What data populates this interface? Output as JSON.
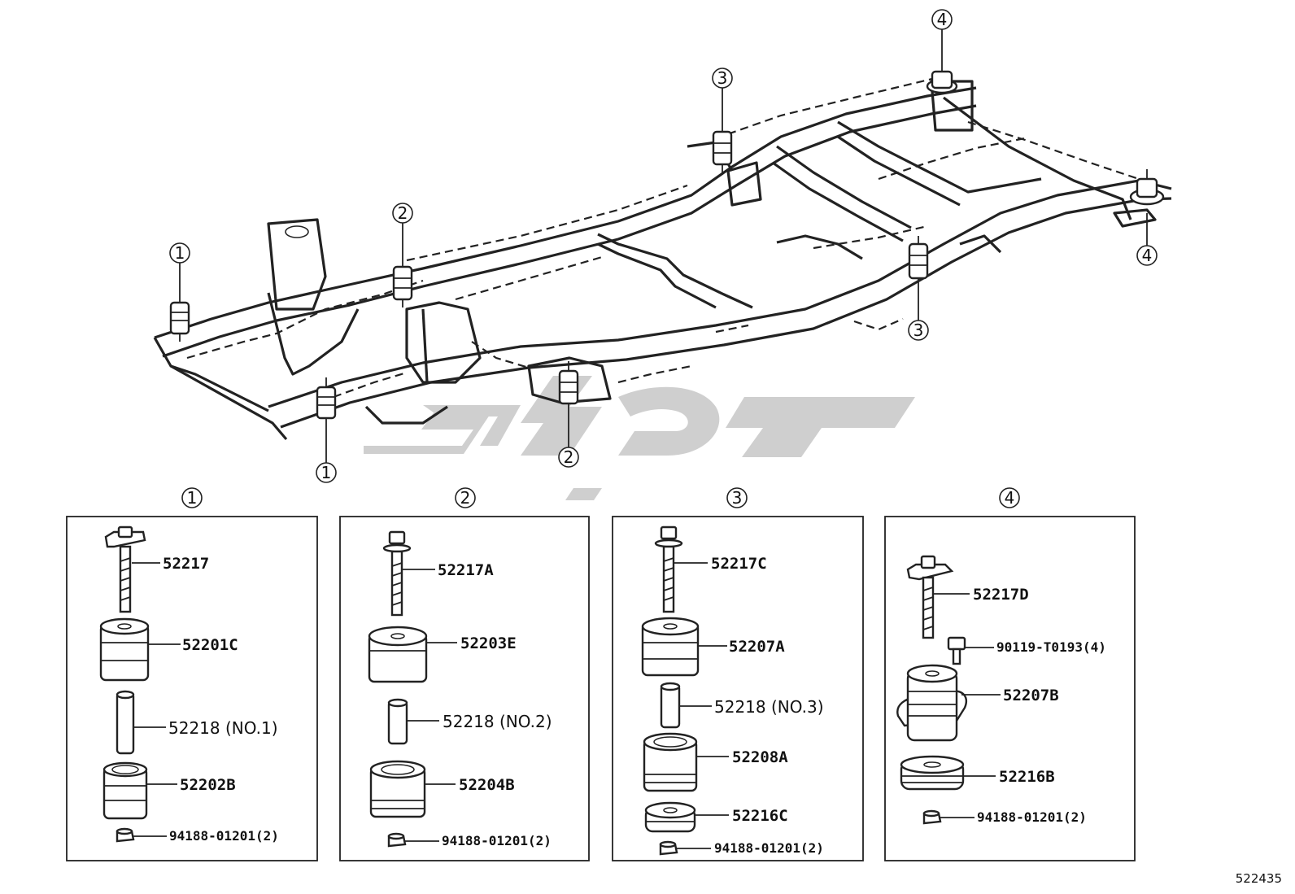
{
  "callouts": {
    "c1": "1",
    "c2": "2",
    "c3": "3",
    "c4": "4"
  },
  "panels": [
    {
      "number": "1",
      "parts": [
        "52217",
        "52201C",
        "52218 (NO.1)",
        "52202B",
        "94188-01201(2)"
      ]
    },
    {
      "number": "2",
      "parts": [
        "52217A",
        "52203E",
        "52218 (NO.2)",
        "52204B",
        "94188-01201(2)"
      ]
    },
    {
      "number": "3",
      "parts": [
        "52217C",
        "52207A",
        "52218 (NO.3)",
        "52208A",
        "52216C",
        "94188-01201(2)"
      ]
    },
    {
      "number": "4",
      "parts": [
        "52217D",
        "90119-T0193(4)",
        "52207B",
        "52216B",
        "94188-01201(2)"
      ]
    }
  ],
  "diagram_id": "522435",
  "colors": {
    "line": "#222222",
    "watermark": "#cfcfcf"
  }
}
